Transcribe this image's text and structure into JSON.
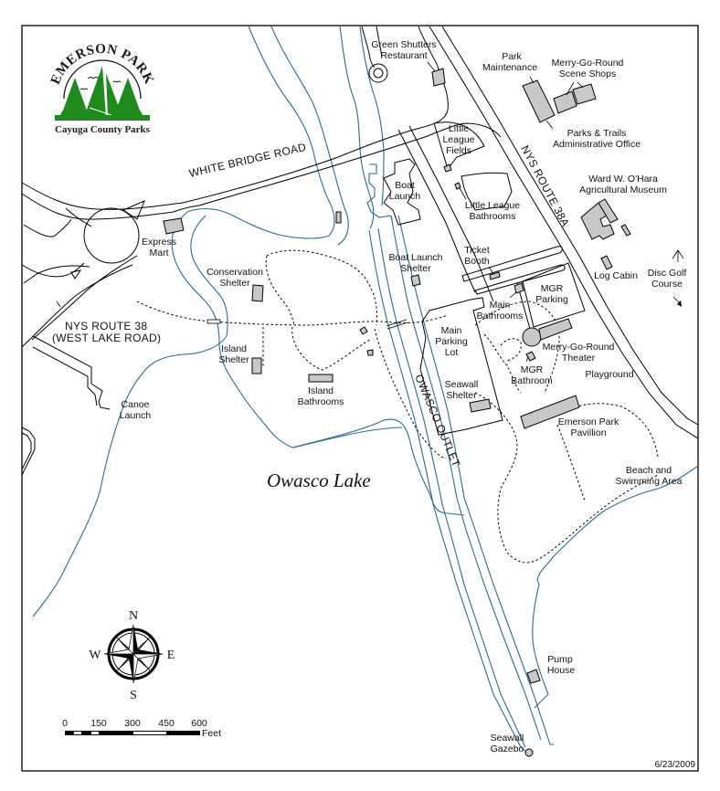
{
  "map": {
    "logo": {
      "title": "EMERSON PARK",
      "subtitle": "Cayuga County Parks",
      "color": "#1e8a1e"
    },
    "roads": {
      "white_bridge_road": "WHITE BRIDGE ROAD",
      "nys_route_38a": "NYS ROUTE 38A",
      "nys_route_38_line1": "NYS ROUTE 38",
      "nys_route_38_line2": "(WEST LAKE ROAD)",
      "owasco_outlet": "OWASCO OUTLET"
    },
    "water_body": "Owasco Lake",
    "labels": {
      "green_shutters": [
        "Green Shutters",
        "Restaurant"
      ],
      "park_maintenance": [
        "Park",
        "Maintenance"
      ],
      "mgr_scene_shops": [
        "Merry-Go-Round",
        "Scene Shops"
      ],
      "parks_trails_office": [
        "Parks & Trails",
        "Administrative Office"
      ],
      "little_league_fields": [
        "Little",
        "League",
        "Fields"
      ],
      "little_league_bathrooms": [
        "Little League",
        "Bathrooms"
      ],
      "ward_ohara_museum": [
        "Ward W. O'Hara",
        "Agricultural Museum"
      ],
      "boat_launch": [
        "Boat",
        "Launch"
      ],
      "express_mart": [
        "Express",
        "Mart"
      ],
      "conservation_shelter": [
        "Conservation",
        "Shelter"
      ],
      "boat_launch_shelter": [
        "Boat Launch",
        "Shelter"
      ],
      "ticket_booth": [
        "Ticket",
        "Booth"
      ],
      "log_cabin": "Log Cabin",
      "disc_golf": [
        "Disc Golf",
        "Course"
      ],
      "mgr_parking": [
        "MGR",
        "Parking"
      ],
      "main_bathrooms": [
        "Main",
        "Bathrooms"
      ],
      "main_parking_lot": [
        "Main",
        "Parking",
        "Lot"
      ],
      "island_shelter": [
        "Island",
        "Shelter"
      ],
      "island_bathrooms": [
        "Island",
        "Bathrooms"
      ],
      "mgr_theater": [
        "Merry-Go-Round",
        "Theater"
      ],
      "mgr_bathroom": [
        "MGR",
        "Bathroom"
      ],
      "playground": "Playground",
      "seawall_shelter": [
        "Seawall",
        "Shelter"
      ],
      "canoe_launch": [
        "Canoe",
        "Launch"
      ],
      "emerson_pavillion": [
        "Emerson Park",
        "Pavillion"
      ],
      "beach": [
        "Beach and",
        "Swimming Area"
      ],
      "pump_house": [
        "Pump",
        "House"
      ],
      "seawall_gazebo": [
        "Seawall",
        "Gazebo"
      ]
    },
    "compass": {
      "n": "N",
      "s": "S",
      "e": "E",
      "w": "W"
    },
    "scale_bar": {
      "ticks": [
        "0",
        "150",
        "300",
        "450",
        "600"
      ],
      "unit": "Feet"
    },
    "date": "6/23/2009",
    "colors": {
      "water_line": "#2c6a8f",
      "building_fill": "#c8c8c8",
      "logo_green": "#1e8a1e"
    }
  }
}
